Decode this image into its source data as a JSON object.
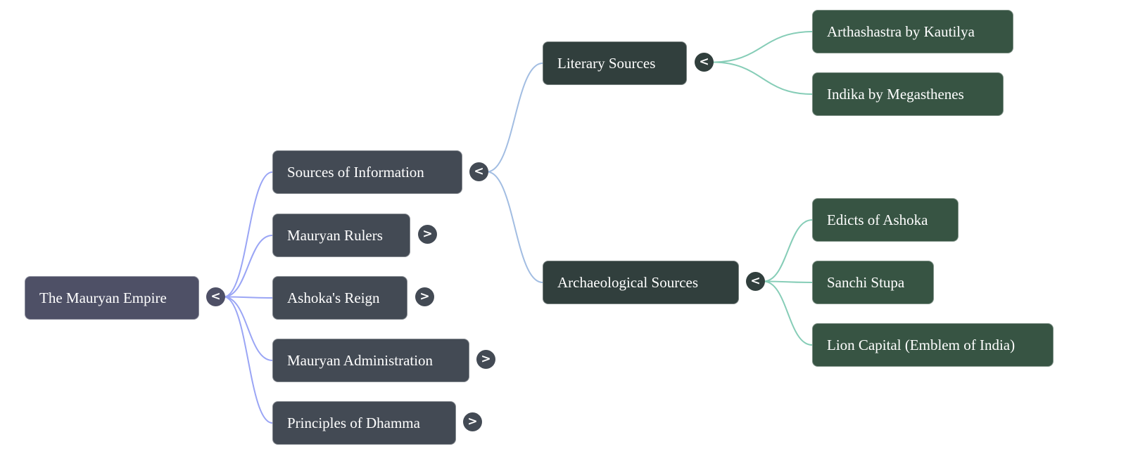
{
  "mindmap": {
    "title": "The Mauryan Empire",
    "colors": {
      "root_node": "#4e5066",
      "level1_node": "#434a54",
      "level2_node": "#313f3d",
      "leaf_node": "#375443",
      "root_links": "#9aa5f5",
      "level1_links": "#a2bde2",
      "level2_links": "#86cdb7",
      "text": "#ffffff"
    },
    "root": {
      "id": "root",
      "label": "The Mauryan Empire",
      "toggle": "<",
      "expanded": true
    },
    "branches": [
      {
        "id": "sources",
        "label": "Sources of Information",
        "toggle": "<",
        "expanded": true,
        "children": [
          {
            "id": "literary",
            "label": "Literary Sources",
            "toggle": "<",
            "expanded": true,
            "children": [
              {
                "id": "arthashastra",
                "label": "Arthashastra by Kautilya"
              },
              {
                "id": "indika",
                "label": "Indika by Megasthenes"
              }
            ]
          },
          {
            "id": "archaeological",
            "label": "Archaeological Sources",
            "toggle": "<",
            "expanded": true,
            "children": [
              {
                "id": "edicts",
                "label": "Edicts of Ashoka"
              },
              {
                "id": "sanchi",
                "label": "Sanchi Stupa"
              },
              {
                "id": "lion",
                "label": "Lion Capital (Emblem of India)"
              }
            ]
          }
        ]
      },
      {
        "id": "rulers",
        "label": "Mauryan Rulers",
        "toggle": ">",
        "expanded": false
      },
      {
        "id": "ashoka",
        "label": "Ashoka's Reign",
        "toggle": ">",
        "expanded": false
      },
      {
        "id": "administration",
        "label": "Mauryan Administration",
        "toggle": ">",
        "expanded": false
      },
      {
        "id": "dhamma",
        "label": "Principles of Dhamma",
        "toggle": ">",
        "expanded": false
      }
    ]
  }
}
